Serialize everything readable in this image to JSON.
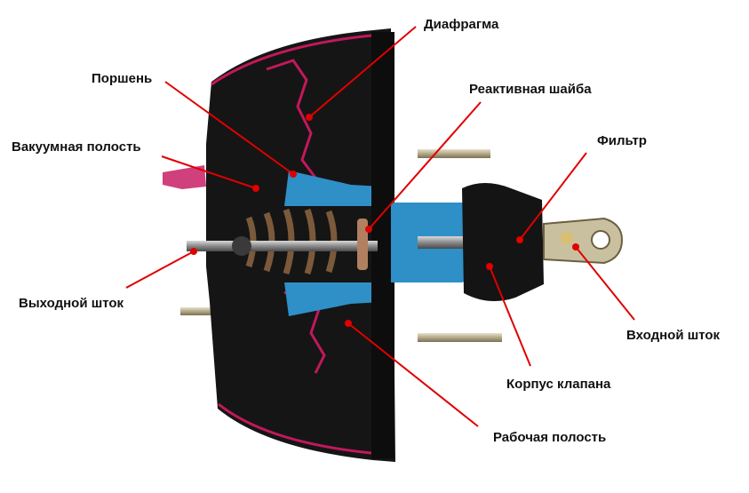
{
  "labels": {
    "diaphragm": "Диафрагма",
    "piston": "Поршень",
    "reaction_washer": "Реактивная шайба",
    "vacuum_chamber": "Вакуумная полость",
    "filter": "Фильтр",
    "output_rod": "Выходной шток",
    "input_rod": "Входной шток",
    "valve_body": "Корпус клапана",
    "working_chamber": "Рабочая полость"
  },
  "colors": {
    "leader": "#e00000",
    "housing": "#1a1a1a",
    "seal": "#c2185b",
    "piston": "#2f8fc7",
    "spring": "#7a5a3a",
    "background": "#ffffff"
  }
}
